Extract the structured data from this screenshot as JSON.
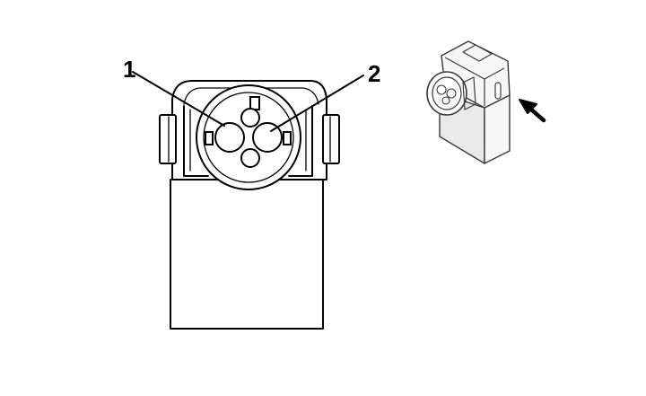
{
  "diagram": {
    "callouts": [
      {
        "id": "pin-1",
        "label": "1"
      },
      {
        "id": "pin-2",
        "label": "2"
      }
    ],
    "locator_view": {
      "indicator": "arrow-icon"
    },
    "colors": {
      "line": "#000000",
      "background": "#ffffff",
      "iso_fill": "#e9e9e9"
    }
  }
}
